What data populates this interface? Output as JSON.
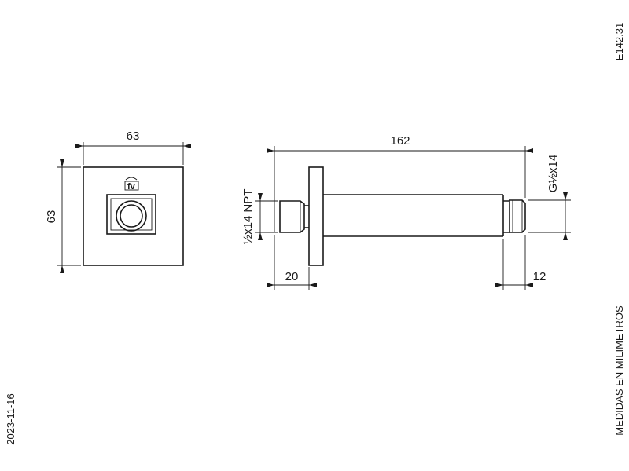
{
  "code": "E142.31",
  "date": "2023-11-16",
  "units_note": "MEDIDAS EN MILIMETROS",
  "logo_text": "fv",
  "dimensions": {
    "front_width": "63",
    "front_height": "63",
    "total_length": "162",
    "flange_offset": "20",
    "outlet_length": "12",
    "inlet_thread": "½x14 NPT",
    "outlet_thread": "G½x14"
  }
}
